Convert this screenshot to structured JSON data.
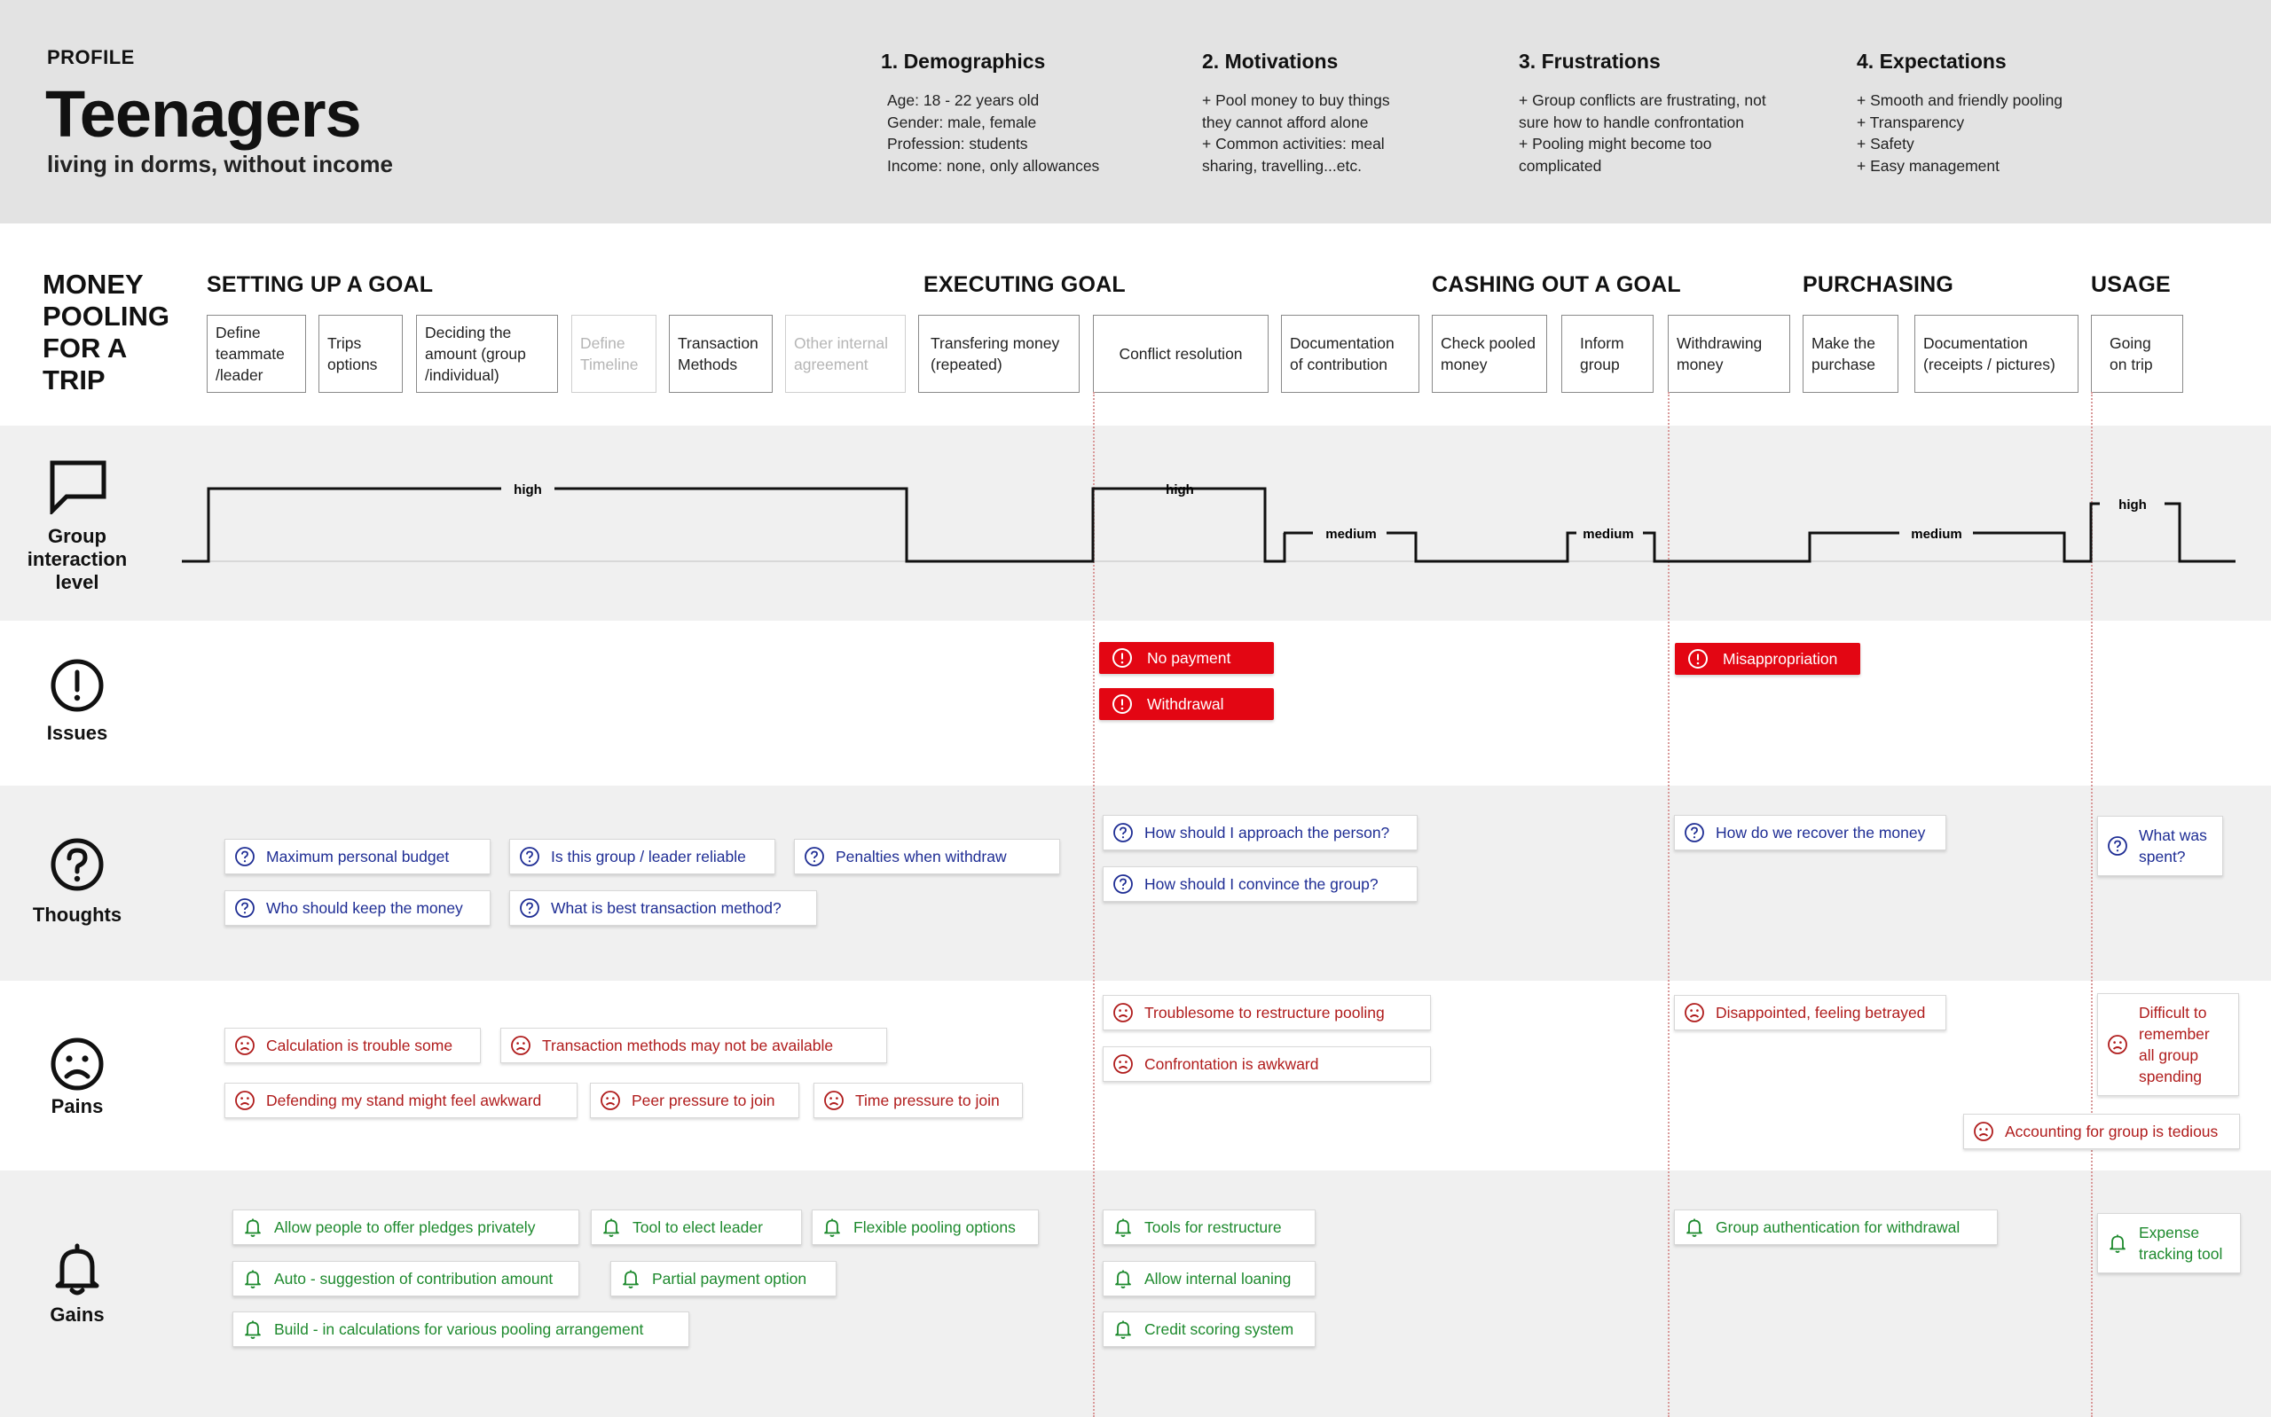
{
  "profile": {
    "label": "PROFILE",
    "title": "Teenagers",
    "subtitle": "living in dorms, without income"
  },
  "profile_columns": [
    {
      "title": "1. Demographics",
      "lines": [
        "Age: 18 - 22 years old",
        "Gender: male, female",
        "Profession: students",
        "Income: none, only allowances"
      ]
    },
    {
      "title": "2. Motivations",
      "lines": [
        "+ Pool money to buy things",
        "they cannot afford alone",
        "+ Common activities: meal",
        "sharing, travelling...etc."
      ]
    },
    {
      "title": "3. Frustrations",
      "lines": [
        "+ Group conflicts are frustrating, not",
        "sure how to handle confrontation",
        "+ Pooling might become too",
        "complicated"
      ]
    },
    {
      "title": "4. Expectations",
      "lines": [
        "+ Smooth and friendly pooling",
        "+ Transparency",
        "+ Safety",
        "+ Easy management"
      ]
    }
  ],
  "journey_title": [
    "MONEY",
    "POOLING",
    "FOR A",
    "TRIP"
  ],
  "phases": [
    "SETTING UP A GOAL",
    "EXECUTING GOAL",
    "CASHING OUT A GOAL",
    "PURCHASING",
    "USAGE"
  ],
  "steps": [
    {
      "lines": [
        "Define",
        "teammate",
        "/leader"
      ],
      "faded": false
    },
    {
      "lines": [
        "Trips",
        "options"
      ],
      "faded": false
    },
    {
      "lines": [
        "Deciding the",
        "amount (group",
        "/individual)"
      ],
      "faded": false
    },
    {
      "lines": [
        "Define",
        "Timeline"
      ],
      "faded": true
    },
    {
      "lines": [
        "Transaction",
        "Methods"
      ],
      "faded": false
    },
    {
      "lines": [
        "Other internal",
        "agreement"
      ],
      "faded": true
    },
    {
      "lines": [
        "Transfering money",
        "(repeated)"
      ],
      "faded": false
    },
    {
      "lines": [
        "Conflict resolution"
      ],
      "faded": false
    },
    {
      "lines": [
        "Documentation",
        "of contribution"
      ],
      "faded": false
    },
    {
      "lines": [
        "Check pooled",
        "money"
      ],
      "faded": false
    },
    {
      "lines": [
        "Inform",
        "group"
      ],
      "faded": false
    },
    {
      "lines": [
        "Withdrawing",
        "money"
      ],
      "faded": false
    },
    {
      "lines": [
        "Make the",
        "purchase"
      ],
      "faded": false
    },
    {
      "lines": [
        "Documentation",
        "(receipts / pictures)"
      ],
      "faded": false
    },
    {
      "lines": [
        "Going",
        "on trip"
      ],
      "faded": false
    }
  ],
  "rows": {
    "interaction": "Group interaction level",
    "interaction_lines": [
      "Group",
      "interaction",
      "level"
    ],
    "issues": "Issues",
    "thoughts": "Thoughts",
    "pains": "Pains",
    "gains": "Gains"
  },
  "interaction_levels": [
    {
      "label": "high",
      "level": "high"
    },
    {
      "label": "high",
      "level": "high"
    },
    {
      "label": "medium",
      "level": "medium"
    },
    {
      "label": "medium",
      "level": "medium"
    },
    {
      "label": "medium",
      "level": "medium"
    },
    {
      "label": "high",
      "level": "high"
    }
  ],
  "issues": [
    "No payment",
    "Withdrawal",
    "Misappropriation"
  ],
  "thoughts": [
    "Maximum personal budget",
    "Is this group / leader reliable",
    "Penalties when withdraw",
    "Who should keep the money",
    "What is best transaction method?",
    "How should I approach the person?",
    "How should I convince the group?",
    "How do we recover the money",
    "What was spent?"
  ],
  "pains": [
    "Calculation is trouble some",
    "Transaction methods may not be available",
    "Defending my stand might feel awkward",
    "Peer pressure to join",
    "Time pressure to join",
    "Troublesome to restructure pooling",
    "Confrontation is awkward",
    "Disappointed, feeling betrayed",
    "Difficult to remember all group spending",
    "Accounting for group is tedious"
  ],
  "gains": [
    "Allow people to offer pledges privately",
    "Tool to elect leader",
    "Flexible pooling options",
    "Auto - suggestion of contribution amount",
    "Partial payment option",
    "Build - in calculations for various pooling arrangement",
    "Tools for restructure",
    "Allow internal loaning",
    "Credit scoring system",
    "Group authentication for withdrawal",
    "Expense tracking tool"
  ],
  "colors": {
    "issue": "#e30613",
    "thought": "#1e2d94",
    "pain": "#b01c1c",
    "gain": "#1e8a2e",
    "divider": "#d99a9a"
  },
  "icons": [
    "chat-bubble-icon",
    "exclamation-circle-icon",
    "question-circle-icon",
    "sad-face-icon",
    "bell-icon"
  ]
}
